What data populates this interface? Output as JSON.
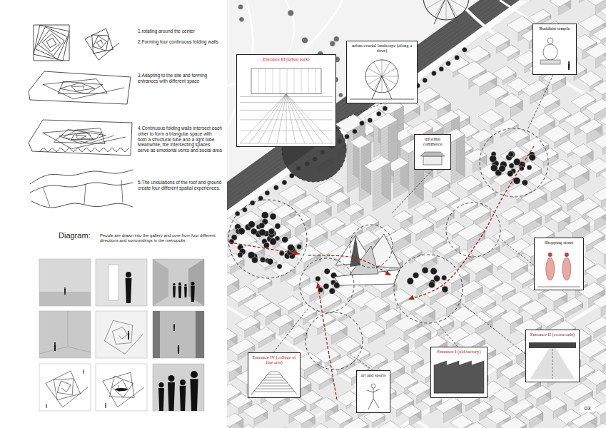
{
  "diagram": {
    "nodes": [
      {
        "text": [
          "urban crucial landscape (along a river)"
        ]
      },
      {
        "text": [
          "Buddhist temple"
        ]
      },
      {
        "text": [
          "Entrance III (urban park)"
        ]
      },
      {
        "text": [
          "informal commerce"
        ]
      },
      {
        "text": [
          "Shopping street"
        ]
      },
      {
        "text": [
          "Entrance II (crossroads)"
        ]
      },
      {
        "text": [
          "Entrance IV (college of fine arts)"
        ]
      },
      {
        "text": [
          "art and sports"
        ]
      },
      {
        "text": [
          "Entrance I (old factory)"
        ]
      }
    ],
    "labels": [
      "1.rotating around the center",
      "2.Forming four continuous folding walls",
      "3.Adapting to the site and forming entrances with different space",
      "4.Continuous folding walls intersect each other to form a triangular space with both a structural tube and a light tube. Meanwhile, the intersecting spaces serve as emotional vents and social area",
      "5.The undulations of the roof and ground create four different spatial experiences.",
      "Diagram:",
      "People are drawn into the gallery and core from four different directions and surroundings in the metropolis",
      "03"
    ]
  }
}
